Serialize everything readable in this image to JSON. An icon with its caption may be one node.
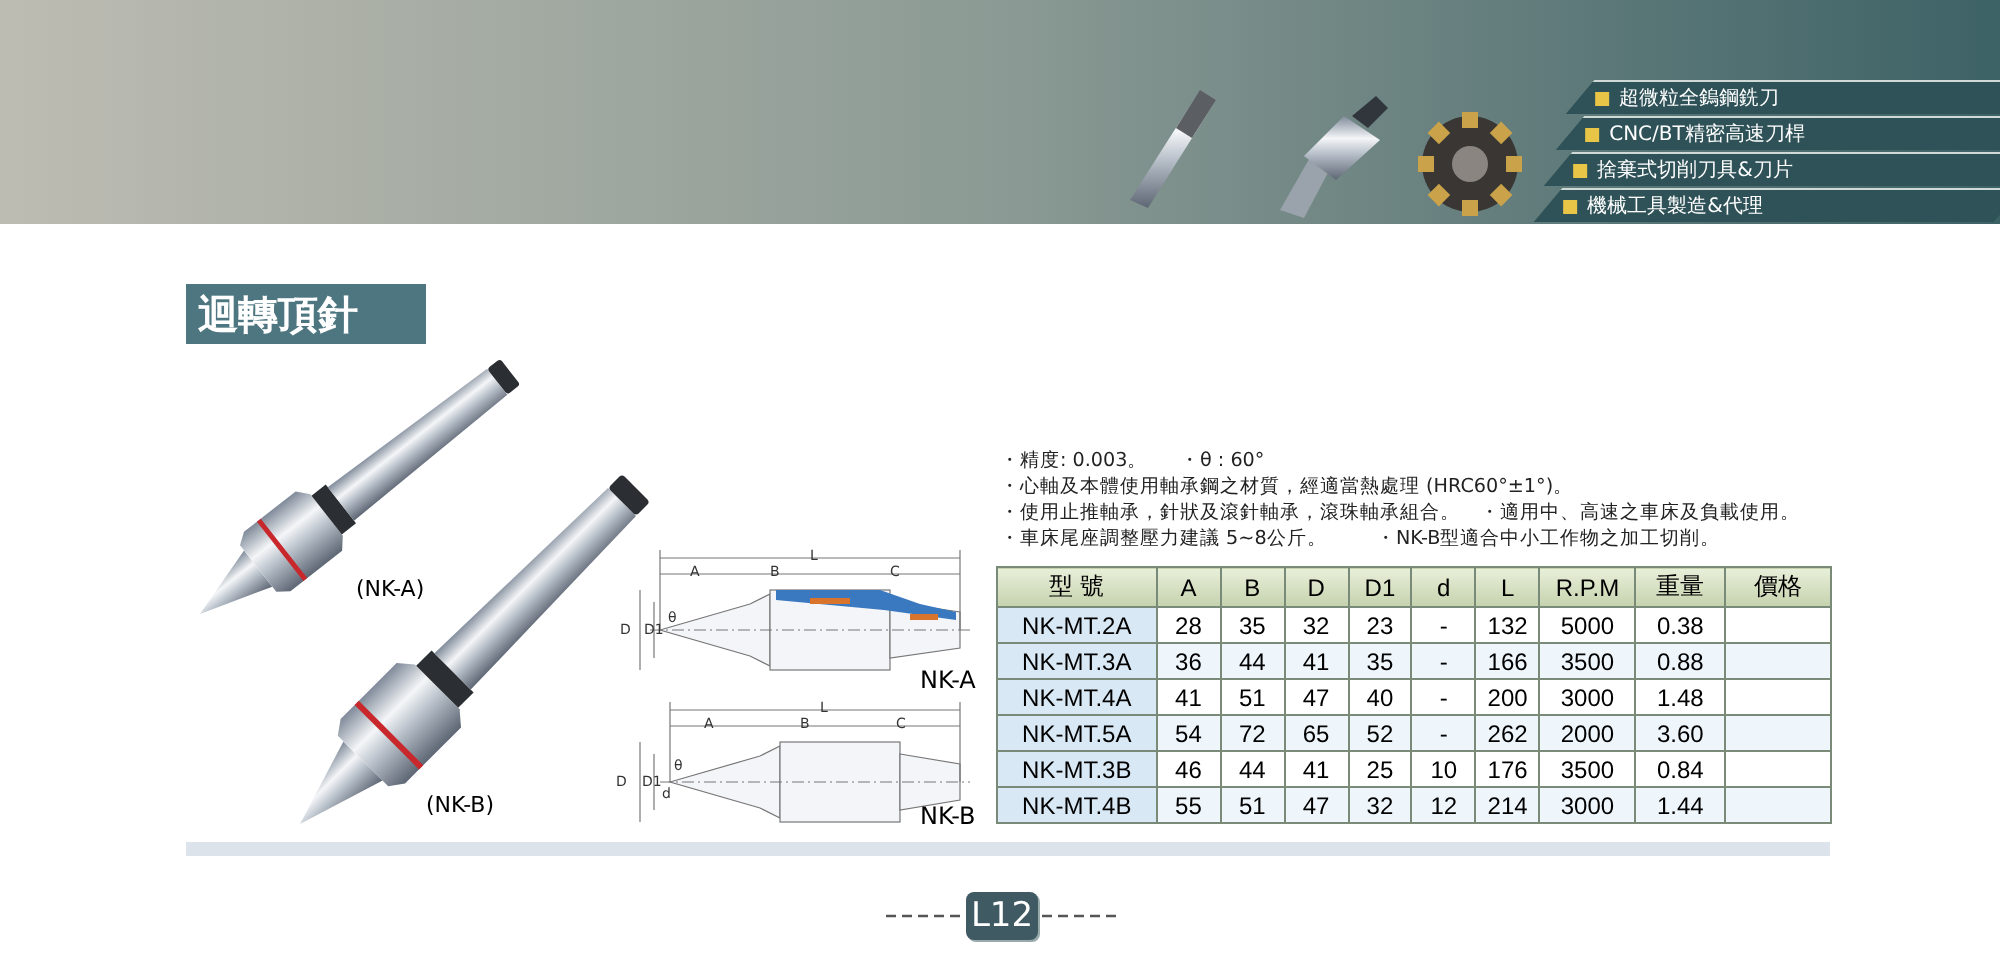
{
  "diagram": {
    "title": "迴轉頂針",
    "labels": [
      "超微粒全鎢鋼銑刀",
      "CNC/BT精密高速刀桿",
      "捨棄式切削刀具&刀片",
      "機械工具製造&代理",
      "(NK-A)",
      "(NK-B)",
      "・精度: 0.003。",
      "・θ : 60°",
      "・心軸及本體使用軸承鋼之材質，經適當熱處理 (HRC60°±1°)。",
      "・使用止推軸承，針狀及滾針軸承，滾珠軸承組合。",
      "・適用中、高速之車床及負載使用。",
      "・車床尾座調整壓力建議 5~8公斤。",
      "・NK-B型適合中小工作物之加工切削。",
      "A",
      "B",
      "L",
      "C",
      "D",
      "D1",
      "θ",
      "NK-A",
      "L",
      "A",
      "B",
      "C",
      "D",
      "D1",
      "d",
      "θ",
      "NK-B",
      "型 號",
      "A",
      "B",
      "D",
      "D1",
      "d",
      "L",
      "R.P.M",
      "重量",
      "價格",
      "NK-MT.2A",
      "28",
      "35",
      "32",
      "23",
      "-",
      "132",
      "5000",
      "0.38",
      "NK-MT.3A",
      "36",
      "44",
      "41",
      "35",
      "-",
      "166",
      "3500",
      "0.88",
      "NK-MT.4A",
      "41",
      "51",
      "47",
      "40",
      "-",
      "200",
      "3000",
      "1.48",
      "NK-MT.5A",
      "54",
      "72",
      "65",
      "52",
      "-",
      "262",
      "2000",
      "3.60",
      "NK-MT.3B",
      "46",
      "44",
      "41",
      "25",
      "10",
      "176",
      "3500",
      "0.84",
      "NK-MT.4B",
      "55",
      "51",
      "47",
      "32",
      "12",
      "214",
      "3000",
      "1.44",
      "L12"
    ]
  }
}
